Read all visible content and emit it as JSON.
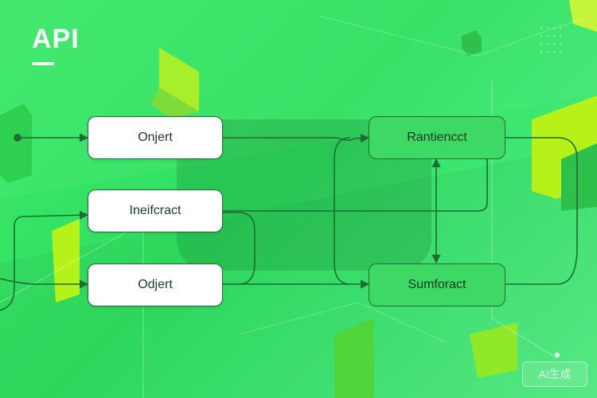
{
  "title": "API",
  "nodes": {
    "left_top": "Onjert",
    "left_mid": "Ineifcract",
    "left_bot": "Odjert",
    "right_top": "Rantiencct",
    "right_bot": "Sumforact"
  },
  "watermark": "AI生成",
  "colors": {
    "background": "#3ee86a",
    "line": "#1f6b33",
    "accent_yellow": "#b6f21a"
  }
}
